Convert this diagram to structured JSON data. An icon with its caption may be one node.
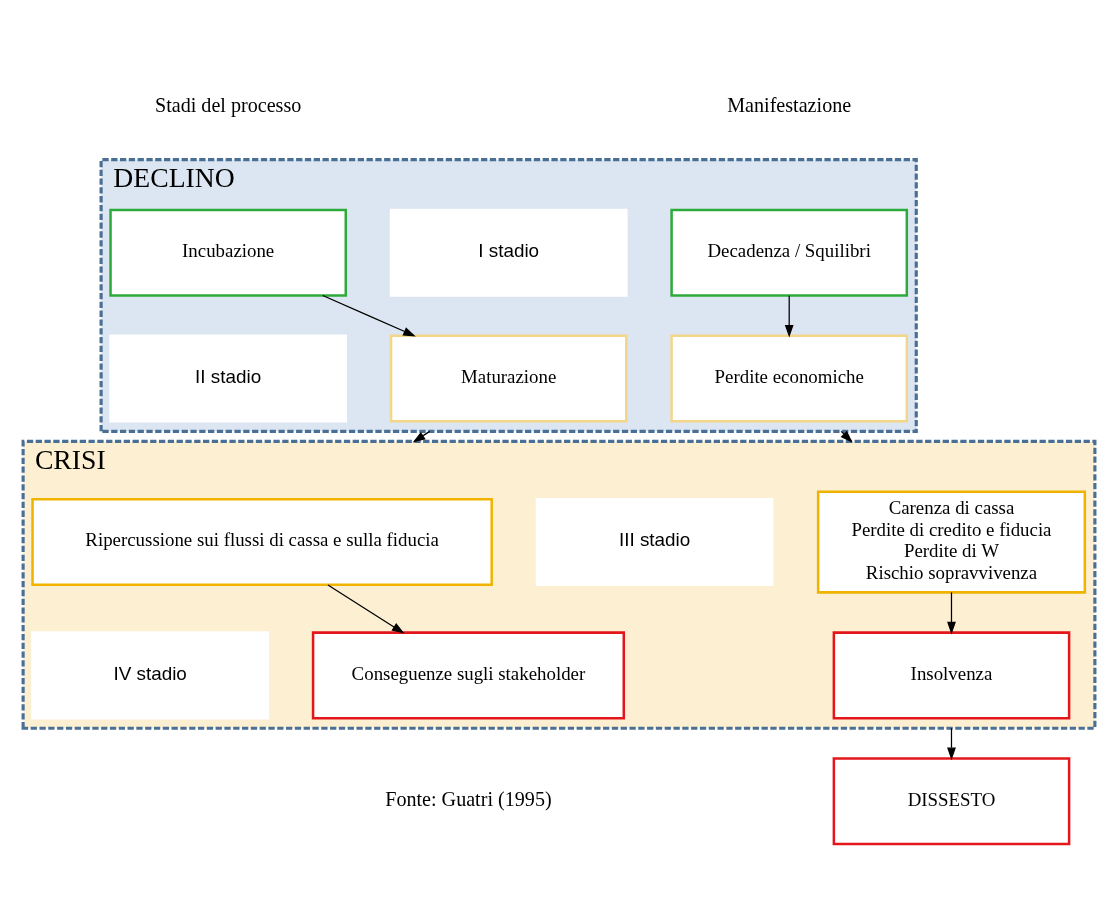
{
  "diagram": {
    "nodes": [
      {
        "text": [
          "DECLINO"
        ]
      },
      {
        "text": [
          "Incubazione"
        ],
        "in": 0
      },
      {
        "text": [
          "I stadio"
        ],
        "in": 0
      },
      {
        "text": [
          "Decadenza / Squilibri"
        ],
        "in": 0
      },
      {
        "text": [
          "Maturazione"
        ],
        "in": 0
      },
      {
        "text": [
          "II stadio"
        ],
        "in": 0
      },
      {
        "text": [
          "Perdite economiche"
        ],
        "in": 0
      },
      {
        "text": [
          "CRISI"
        ]
      },
      {
        "text": [
          "Ripercussione sui flussi di cassa e sulla fiducia"
        ],
        "in": 7
      },
      {
        "text": [
          "III stadio"
        ],
        "in": 7
      },
      {
        "text": [
          "Carenza di cassa",
          "Perdite di credito e fiducia",
          "Perdite di W",
          "Rischio sopravvivenza"
        ],
        "in": 7
      },
      {
        "text": [
          "Conseguenze sugli stakeholder"
        ],
        "in": 7
      },
      {
        "text": [
          "IV stadio"
        ],
        "in": 7
      },
      {
        "text": [
          "Insolvenza"
        ],
        "in": 7
      },
      {
        "text": [
          "DISSESTO"
        ]
      }
    ],
    "edges": [
      {
        "from": 1,
        "to": 4,
        "arrow": "to"
      },
      {
        "from": 3,
        "to": 6,
        "arrow": "to"
      },
      {
        "from": 0,
        "to": 7,
        "arrow": "to"
      },
      {
        "from": 0,
        "to": 7,
        "arrow": "to"
      },
      {
        "from": 8,
        "to": 11,
        "arrow": "to"
      },
      {
        "from": 10,
        "to": 13,
        "arrow": "to"
      },
      {
        "from": 7,
        "to": 14,
        "arrow": "to"
      }
    ],
    "labels": [
      "Stadi del processo",
      "Manifestazione",
      "Fonte: Guatri (1995)"
    ]
  }
}
